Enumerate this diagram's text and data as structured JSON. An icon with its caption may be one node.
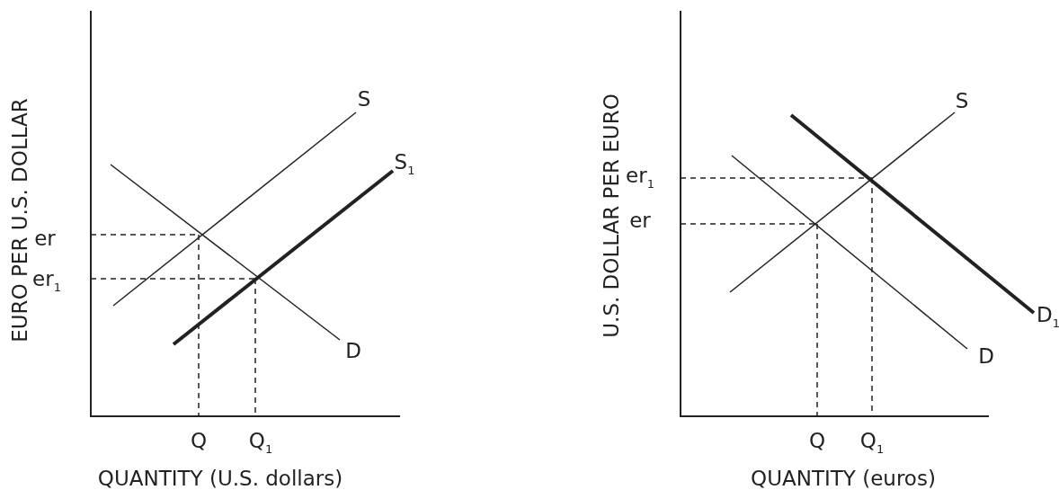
{
  "diagram": {
    "labels": [
      "EURO PER U.S. DOLLAR",
      "S",
      "S$_{1}$",
      "er",
      "er$_{1}$",
      "D",
      "Q",
      "Q$_{1}$",
      "QUANTITY (U.S. dollars)",
      "U.S. DOLLAR PER EURO",
      "S",
      "er$_{1}$",
      "er",
      "D$_{1}$",
      "D",
      "Q",
      "Q$_{1}$",
      "QUANTITY (euros)"
    ]
  }
}
